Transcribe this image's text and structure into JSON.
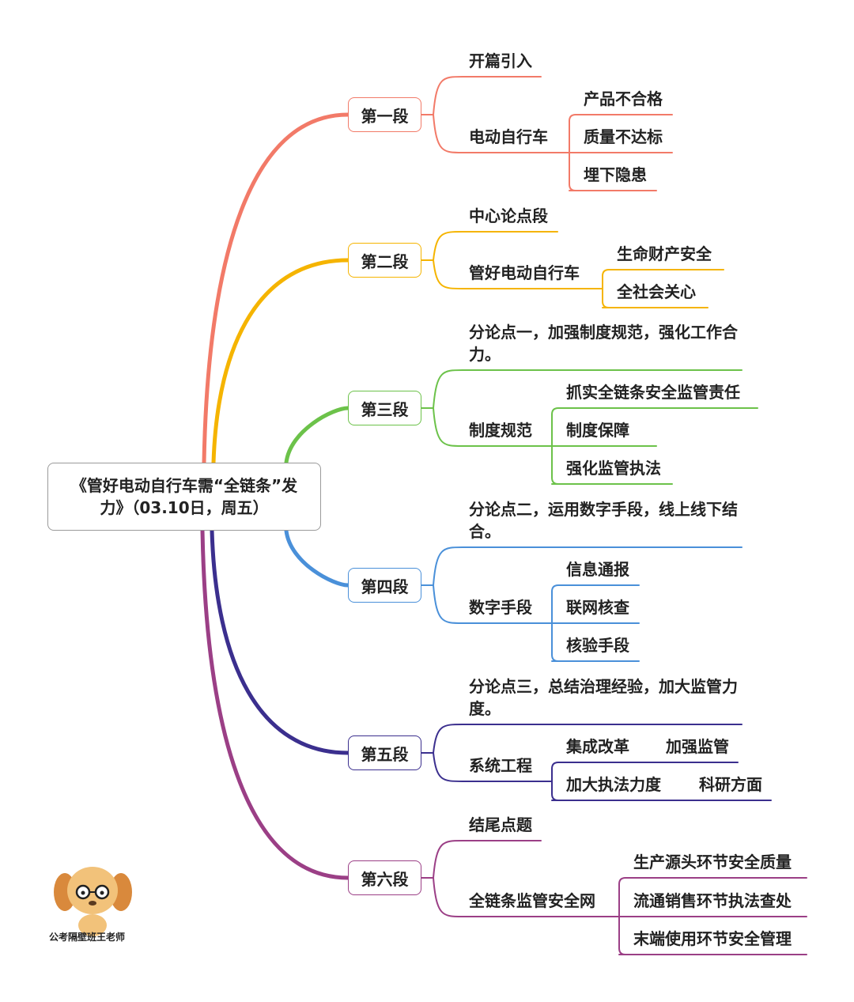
{
  "root": {
    "title": "《管好电动自行车需“全链条”发力》（03.10日，周五）"
  },
  "colors": [
    "#f27a68",
    "#f5b400",
    "#6cc24a",
    "#4a90d9",
    "#3b2f8e",
    "#9b3f86"
  ],
  "sections": [
    {
      "label": "第一段",
      "children": [
        {
          "text": "开篇引入"
        },
        {
          "text": "电动自行车",
          "grand": [
            [
              "产品不合格"
            ],
            [
              "质量不达标"
            ],
            [
              "埋下隐患"
            ]
          ]
        }
      ]
    },
    {
      "label": "第二段",
      "children": [
        {
          "text": "中心论点段"
        },
        {
          "text": "管好电动自行车",
          "grand": [
            [
              "生命财产安全"
            ],
            [
              "全社会关心"
            ]
          ]
        }
      ]
    },
    {
      "label": "第三段",
      "children": [
        {
          "text": "分论点一，加强制度规范，强化工作合力。"
        },
        {
          "text": "制度规范",
          "grand": [
            [
              "抓实全链条安全监管责任"
            ],
            [
              "制度保障"
            ],
            [
              "强化监管执法"
            ]
          ]
        }
      ]
    },
    {
      "label": "第四段",
      "children": [
        {
          "text": "分论点二，运用数字手段，线上线下结合。"
        },
        {
          "text": "数字手段",
          "grand": [
            [
              "信息通报"
            ],
            [
              "联网核查"
            ],
            [
              "核验手段"
            ]
          ]
        }
      ]
    },
    {
      "label": "第五段",
      "children": [
        {
          "text": "分论点三，总结治理经验，加大监管力度。"
        },
        {
          "text": "系统工程",
          "grand": [
            [
              "集成改革",
              "加强监管"
            ],
            [
              "加大执法力度",
              "科研方面"
            ]
          ]
        }
      ]
    },
    {
      "label": "第六段",
      "children": [
        {
          "text": "结尾点题"
        },
        {
          "text": "全链条监管安全网",
          "grand": [
            [
              "生产源头环节安全质量"
            ],
            [
              "流通销售环节执法查处"
            ],
            [
              "末端使用环节安全管理"
            ]
          ]
        }
      ]
    }
  ],
  "logo": {
    "caption": "公考隔壁班王老师"
  }
}
